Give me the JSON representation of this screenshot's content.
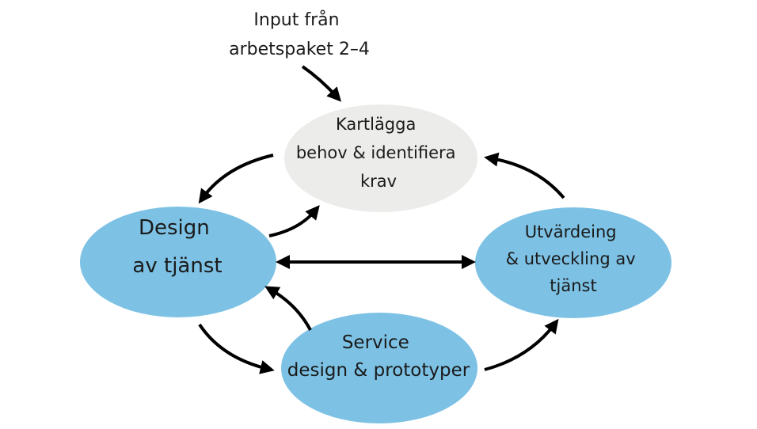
{
  "input_note": {
    "lines": [
      "Input från",
      "arbetspaket 2–4"
    ]
  },
  "nodes": {
    "kartlagga": {
      "lines": [
        "Kartlägga",
        "behov & identifiera",
        "krav"
      ],
      "color": "#ececea"
    },
    "design": {
      "lines": [
        "Design",
        "av tjänst"
      ],
      "color": "#7dc2e5"
    },
    "utvardering": {
      "lines": [
        "Utvärdeing",
        "& utveckling av",
        "tjänst"
      ],
      "color": "#7dc2e5"
    },
    "service": {
      "lines": [
        "Service",
        "design & prototyper"
      ],
      "color": "#7dc2e5"
    }
  },
  "arrow_color": "#000000"
}
